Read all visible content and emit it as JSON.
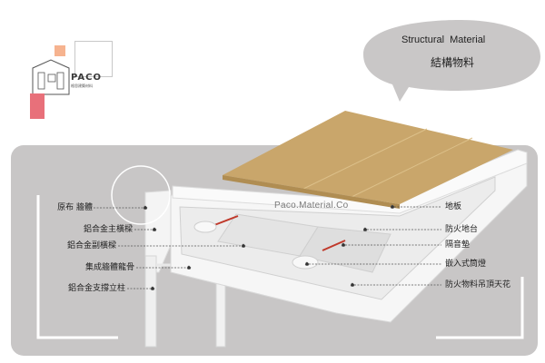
{
  "logo": {
    "brand": "PACO",
    "subtitle": "格思建築材料"
  },
  "bubble": {
    "title_en": "Structural  Material",
    "title_zh": "結構物料"
  },
  "watermark": "Paco.Material.Co",
  "labels_left": [
    "原布 牆體",
    "鋁合金主橫樑",
    "鋁合金副橫樑",
    "集成牆體龍骨",
    "鋁合金支撐立柱"
  ],
  "labels_right": [
    "地板",
    "防火地台",
    "隔音墊",
    "嵌入式筒燈",
    "防火物料吊頂天花"
  ],
  "colors": {
    "panel": "#c7c5c5",
    "floor_wood": "#c9a66b",
    "accent_red": "#c0392b"
  }
}
